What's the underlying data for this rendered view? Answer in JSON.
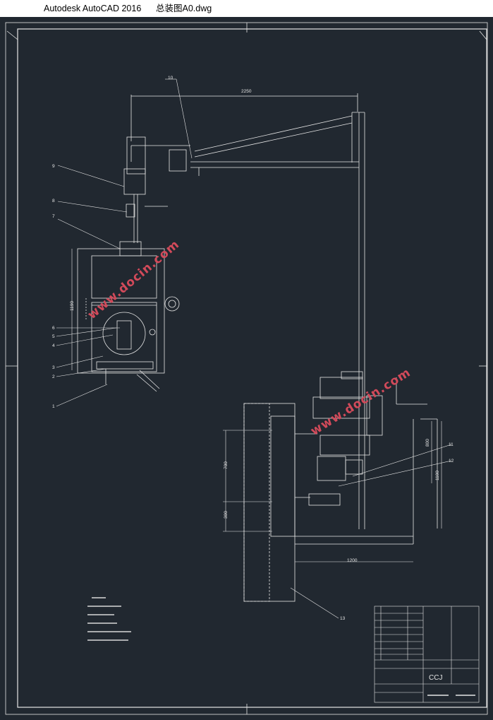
{
  "window": {
    "app_title": "Autodesk AutoCAD 2016",
    "file_title": "总装图A0.dwg"
  },
  "drawing": {
    "dims": {
      "d2250": "2250",
      "d1190": "1190",
      "d700": "700",
      "d300": "300",
      "d800": "800",
      "d1100": "1100",
      "d1200": "1200"
    },
    "balloons": [
      "1",
      "2",
      "3",
      "4",
      "5",
      "6",
      "7",
      "8",
      "9",
      "10",
      "11",
      "12",
      "13"
    ],
    "watermark": "www.docin.com",
    "title_block_code": "CCJ"
  },
  "colors": {
    "canvas_bg": "#212830",
    "line": "#e8e8e8",
    "accent": "#d24a5a"
  }
}
